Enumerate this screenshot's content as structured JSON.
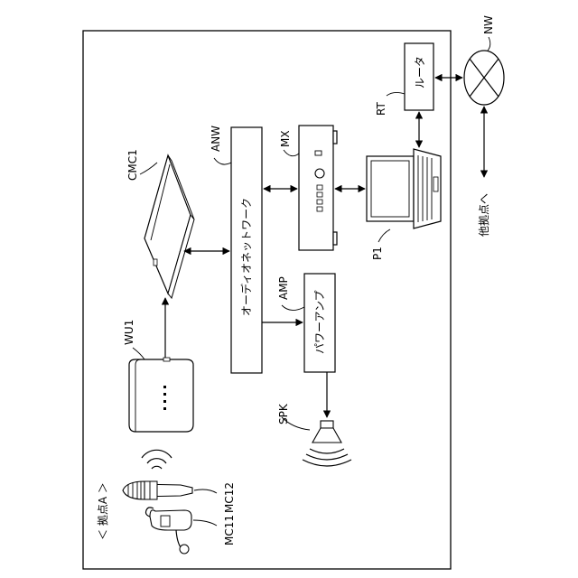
{
  "site": {
    "label": "＜ 拠点A ＞"
  },
  "devices": {
    "cmc1": "CMC1",
    "anw": {
      "id": "ANW",
      "text": "オーディオネットワーク"
    },
    "mx": "MX",
    "rt": {
      "id": "RT",
      "text": "ルータ"
    },
    "nw": "NW",
    "p1": "P1",
    "amp": {
      "id": "AMP",
      "text": "パワーアンプ"
    },
    "wu1": "WU1",
    "spk": "SPK",
    "mc11": "MC11",
    "mc12": "MC12",
    "other_site": "他拠点へ"
  }
}
